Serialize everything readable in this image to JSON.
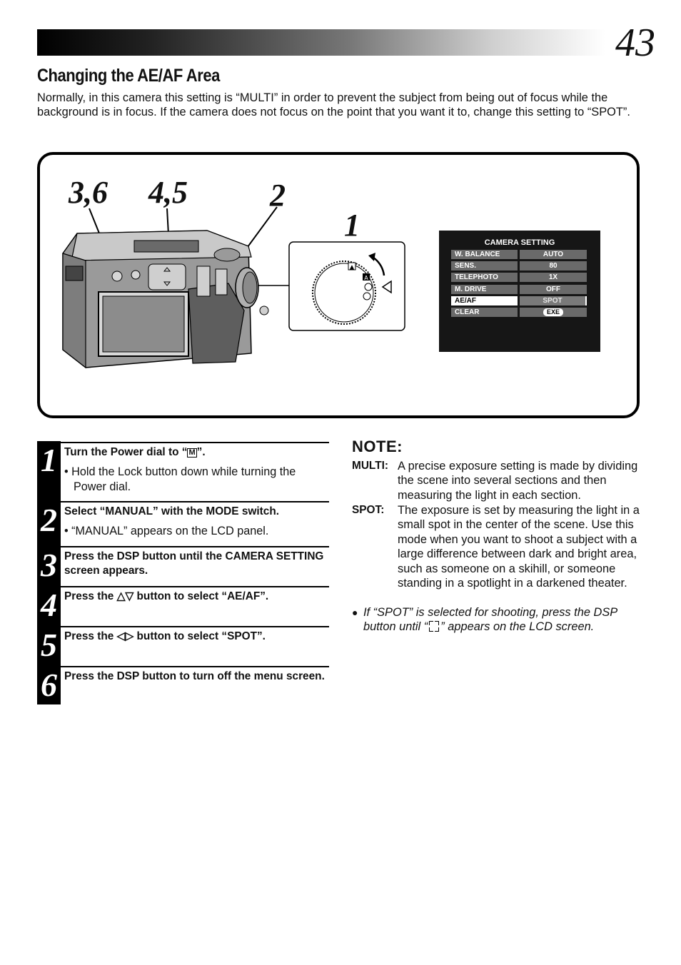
{
  "header": {
    "page_number": "43"
  },
  "section": {
    "title": "Changing the AE/AF Area",
    "intro": "Normally, in this camera this setting is “MULTI” in order to prevent the subject from being out of focus while the background is in focus. If the camera does not focus on the point that you want it to, change this setting to “SPOT”."
  },
  "figure": {
    "callouts": [
      "3,6",
      "4,5",
      "2",
      "1"
    ],
    "lcd": {
      "title": "CAMERA SETTING",
      "rows": [
        {
          "label": "W. BALANCE",
          "value": "AUTO"
        },
        {
          "label": "SENS.",
          "value": "80"
        },
        {
          "label": "TELEPHOTO",
          "value": "1X"
        },
        {
          "label": "M. DRIVE",
          "value": "OFF"
        },
        {
          "label": "AE/AF",
          "value": "SPOT",
          "selected": true
        },
        {
          "label": "CLEAR",
          "value": "EXE"
        }
      ]
    },
    "dial_marks": [
      "▲",
      "A"
    ]
  },
  "steps": [
    {
      "number": "1",
      "title_pre": "Turn the Power dial to “",
      "title_glyph": "M",
      "title_post": "”.",
      "bullet": "• Hold the Lock button down while turning the Power dial."
    },
    {
      "number": "2",
      "title": "Select “MANUAL” with the MODE switch.",
      "bullet": "• “MANUAL” appears on the LCD panel."
    },
    {
      "number": "3",
      "title": "Press the DSP button until the CAMERA SETTING screen appears."
    },
    {
      "number": "4",
      "title": "Press the △▽ button to select “AE/AF”."
    },
    {
      "number": "5",
      "title": "Press the ◁▷ button to select “SPOT”."
    },
    {
      "number": "6",
      "title": "Press the DSP button to turn off the menu screen."
    }
  ],
  "note": {
    "heading": "NOTE:",
    "items": [
      {
        "term": "MULTI:",
        "text": "A precise exposure setting is made by dividing the scene into several sections and then measuring the light in each section."
      },
      {
        "term": "SPOT:",
        "text": "The exposure is set by measuring the light in a small spot in the center of the scene. Use this mode when you want to shoot a subject with a large difference between dark and bright area, such as someone on a skihill, or someone standing in a spotlight in a darkened theater."
      }
    ],
    "bullet_dot": "●",
    "bullet_pre": "If “SPOT” is selected for shooting, press the DSP button until “",
    "bullet_post": "” appears on the LCD screen."
  }
}
